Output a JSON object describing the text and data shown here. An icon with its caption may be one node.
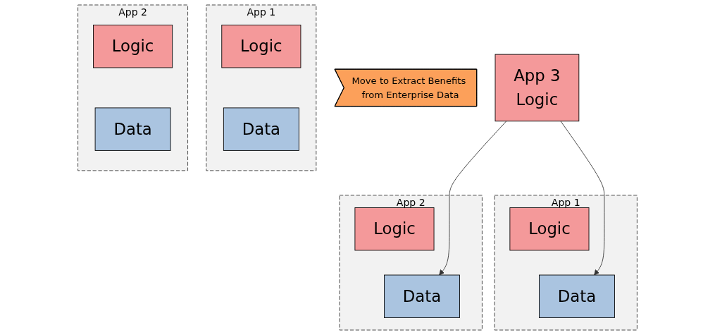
{
  "diagram": {
    "nodes": [
      {
        "text": [
          "App 1"
        ]
      },
      {
        "text": [
          "Logic"
        ],
        "in": 0
      },
      {
        "text": [
          "Data"
        ],
        "in": 0
      },
      {
        "text": [
          "App 2"
        ]
      },
      {
        "text": [
          "Logic"
        ],
        "in": 3
      },
      {
        "text": [
          "Data"
        ],
        "in": 3
      },
      {
        "text": [
          "Move to Extract Benefits from Enterprise Data"
        ]
      },
      {
        "text": [
          "App 1"
        ]
      },
      {
        "text": [
          "Logic"
        ],
        "in": 7
      },
      {
        "text": [
          "Data"
        ],
        "in": 7
      },
      {
        "text": [
          "App 3",
          "Logic"
        ]
      },
      {
        "text": [
          "App 2"
        ]
      },
      {
        "text": [
          "Logic"
        ],
        "in": 11
      },
      {
        "text": [
          "Data"
        ],
        "in": 11
      }
    ],
    "edges": [
      {
        "from": 10,
        "to": 9,
        "arrow": "to"
      },
      {
        "from": 10,
        "to": 13,
        "arrow": "to"
      }
    ]
  }
}
